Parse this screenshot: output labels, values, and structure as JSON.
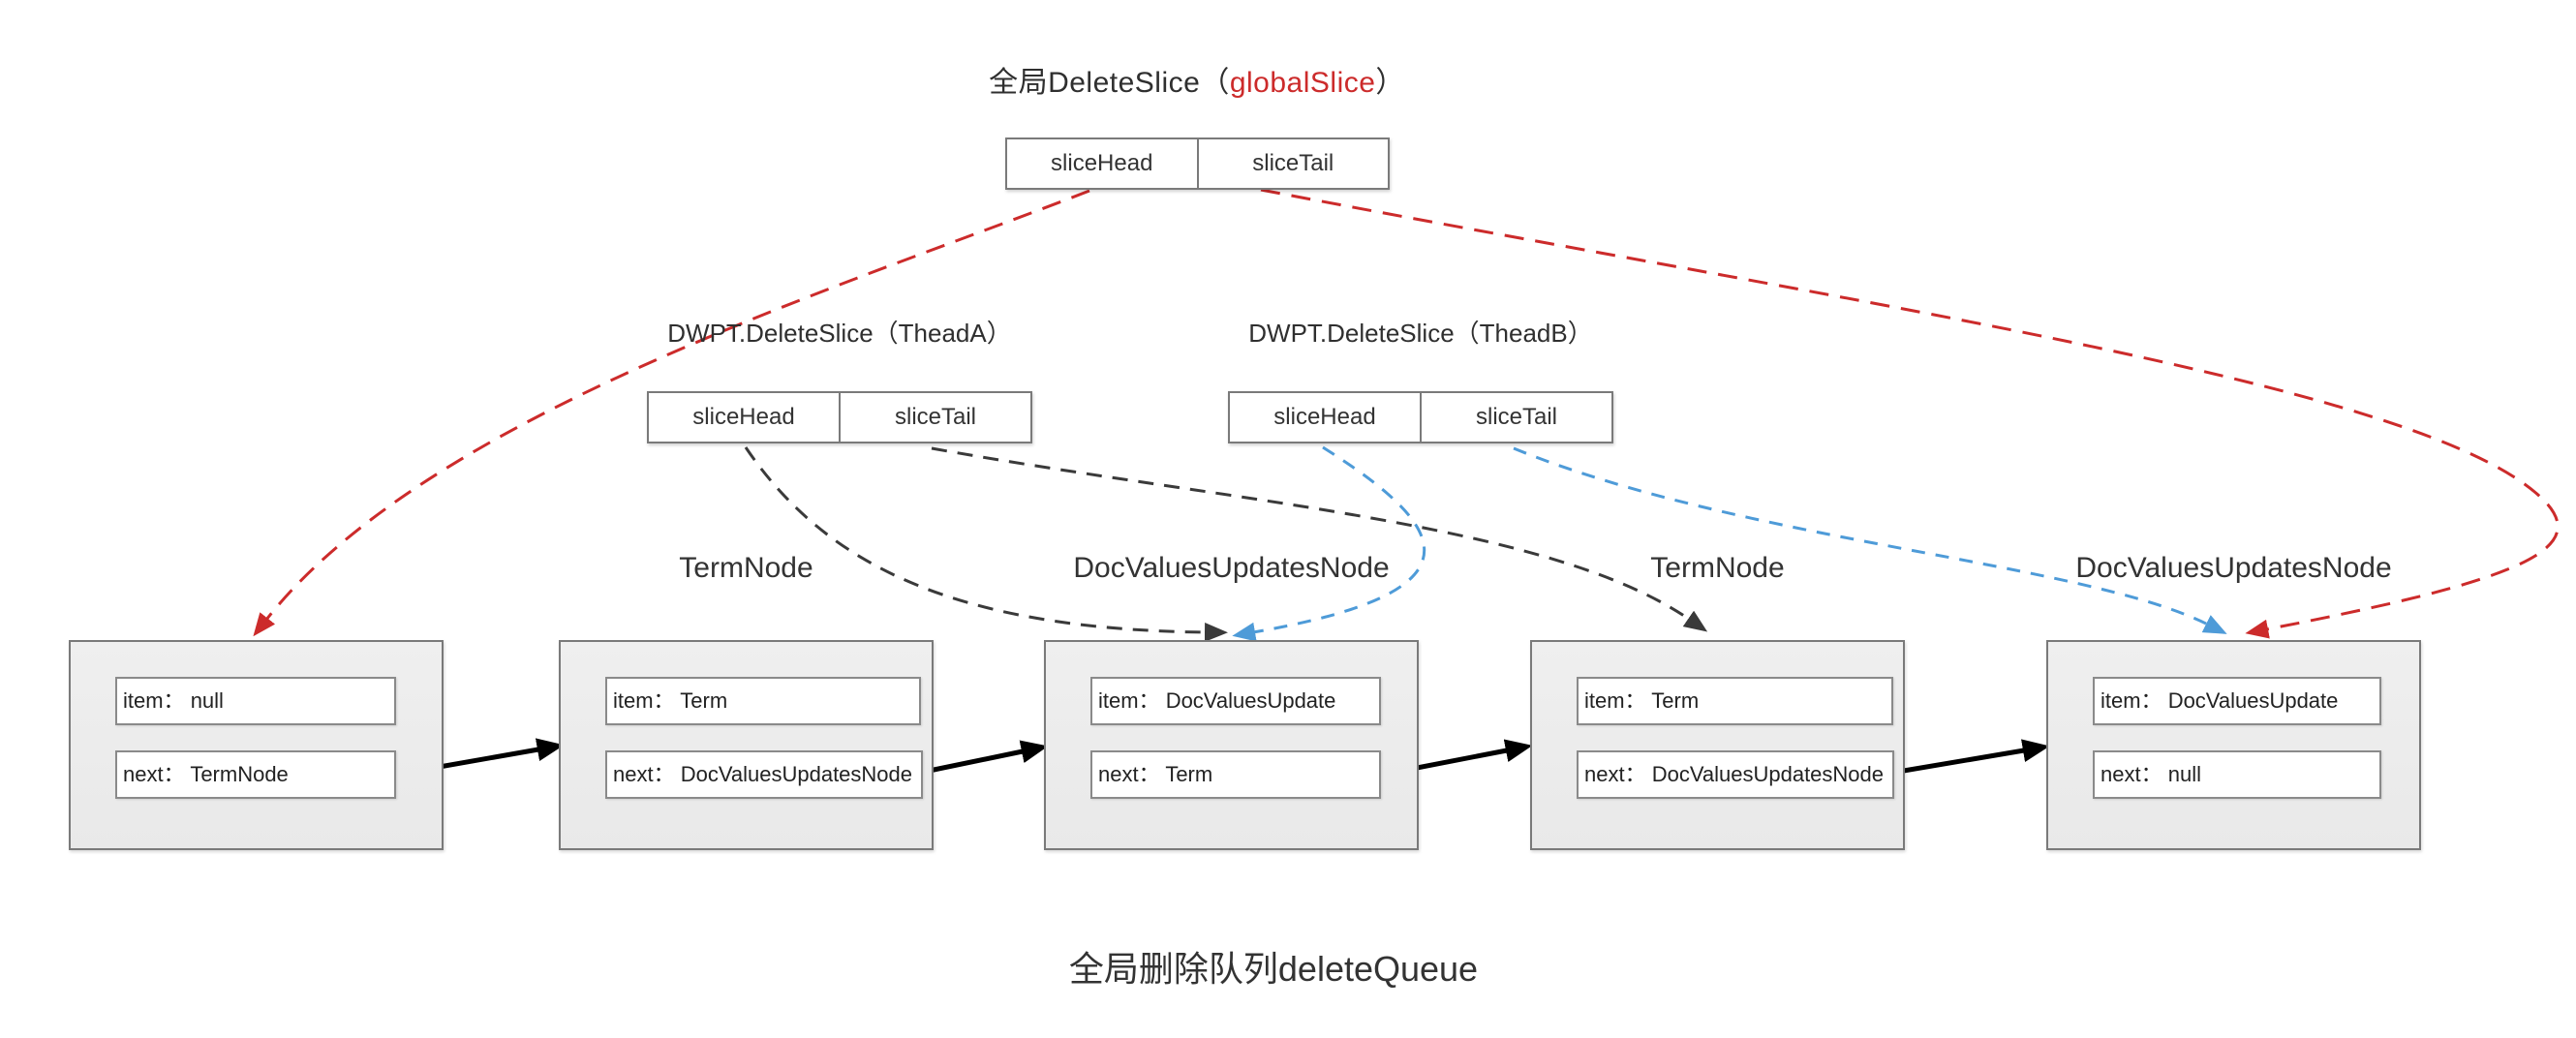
{
  "diagram": {
    "top_title": {
      "prefix": "全局DeleteSlice（",
      "highlight": "globalSlice",
      "suffix": "）"
    },
    "bottom_caption": "全局删除队列deleteQueue"
  },
  "global_slice_table": {
    "cells": [
      "sliceHead",
      "sliceTail"
    ]
  },
  "thread_a": {
    "title": "DWPT.DeleteSlice（TheadA）",
    "cells": [
      "sliceHead",
      "sliceTail"
    ]
  },
  "thread_b": {
    "title": "DWPT.DeleteSlice（TheadB）",
    "cells": [
      "sliceHead",
      "sliceTail"
    ]
  },
  "field_labels": {
    "item": "item：",
    "next": "next："
  },
  "nodes": [
    {
      "label": "",
      "item": "null",
      "next": "TermNode"
    },
    {
      "label": "TermNode",
      "item": "Term",
      "next": "DocValuesUpdatesNode"
    },
    {
      "label": "DocValuesUpdatesNode",
      "item": "DocValuesUpdate",
      "next": "Term"
    },
    {
      "label": "TermNode",
      "item": "Term",
      "next": "DocValuesUpdatesNode"
    },
    {
      "label": "DocValuesUpdatesNode",
      "item": "DocValuesUpdate",
      "next": "null"
    }
  ],
  "colors": {
    "highlight_red": "#cc2b2b",
    "arrow_red": "#cc2b2b",
    "arrow_blue": "#4e9bd8",
    "arrow_dash_black": "#3a3a3a",
    "arrow_solid_black": "#000000"
  }
}
